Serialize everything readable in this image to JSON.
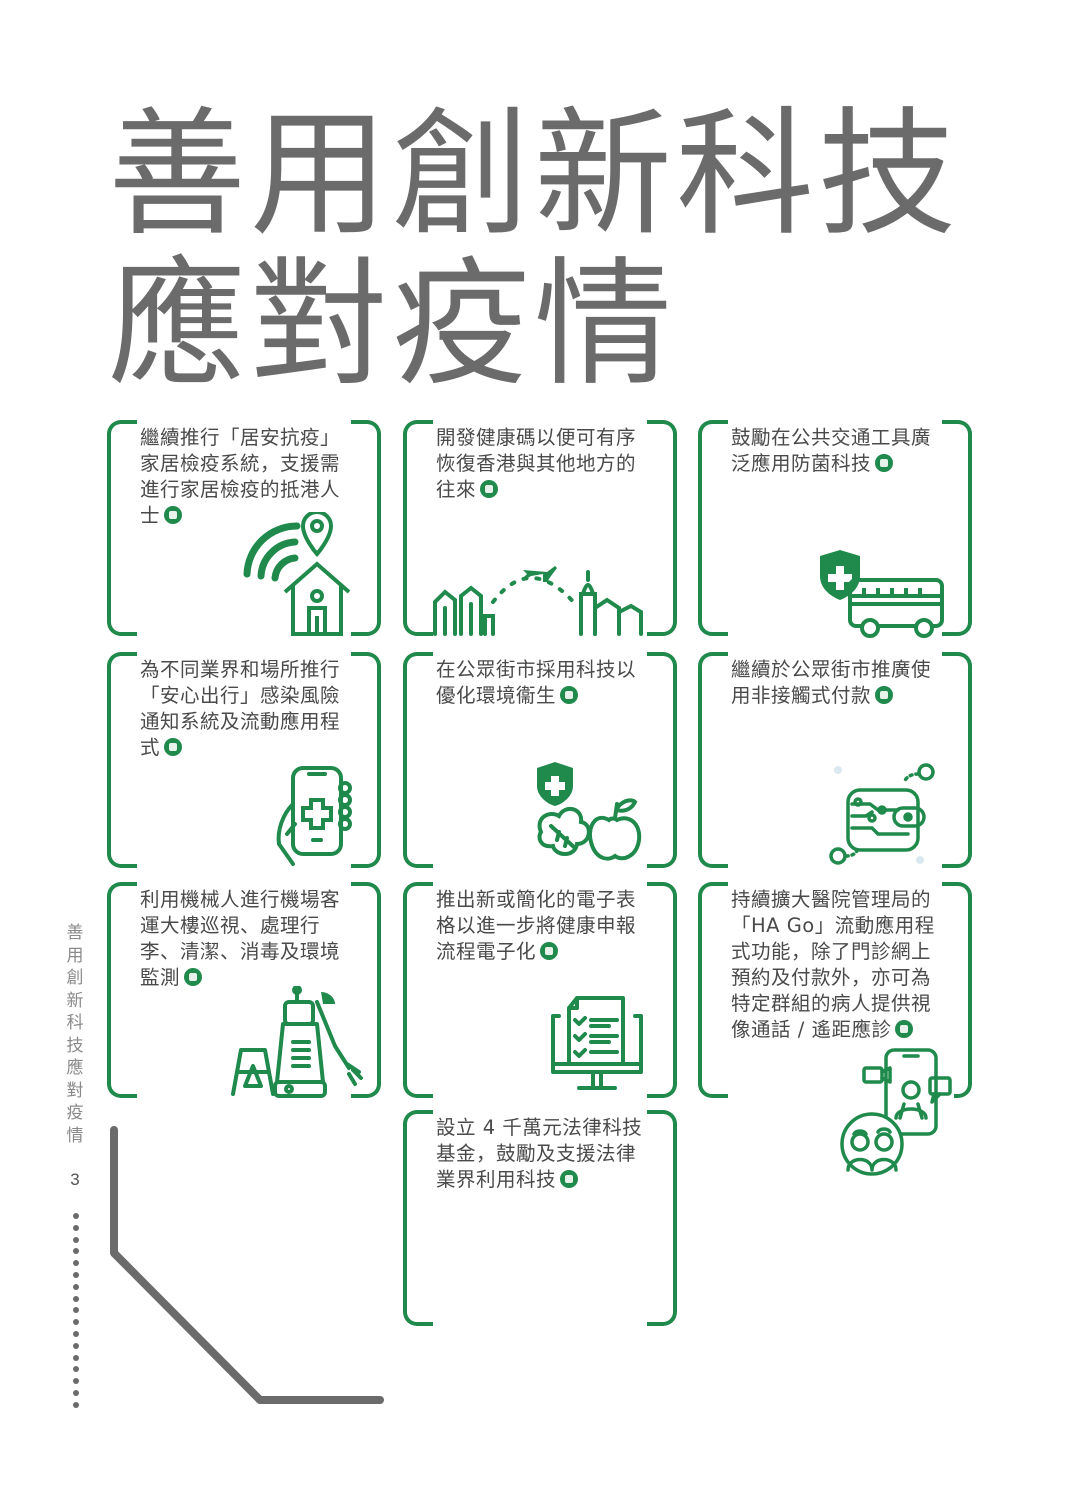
{
  "page": {
    "title_lines": [
      "善用創新科技",
      "應對疫情"
    ],
    "side_label": [
      "善",
      "用",
      "創",
      "新",
      "科",
      "技",
      "應",
      "對",
      "疫",
      "情"
    ],
    "page_number": "3",
    "accent_color": "#1f8a4c",
    "title_color": "#6b6b6b"
  },
  "cards": [
    {
      "text": "繼續推行「居安抗疫」家居檢疫系統，支援需進行家居檢疫的抵港人士",
      "badge": "new-icon",
      "illustration": "home-quarantine-icon"
    },
    {
      "text": "開發健康碼以便可有序恢復香港與其他地方的往來",
      "badge": "new-icon",
      "illustration": "city-travel-plane-icon"
    },
    {
      "text": "鼓勵在公共交通工具廣泛應用防菌科技",
      "badge": "new-icon",
      "illustration": "bus-shield-icon"
    },
    {
      "text": "為不同業界和場所推行「安心出行」感染風險通知系統及流動應用程式",
      "badge": "new-icon",
      "illustration": "phone-health-app-icon"
    },
    {
      "text": "在公眾街市採用科技以優化環境衞生",
      "badge": "new-icon",
      "illustration": "shield-vegetables-icon"
    },
    {
      "text": "繼續於公眾街市推廣使用非接觸式付款",
      "badge": "new-icon",
      "illustration": "contactless-card-icon"
    },
    {
      "text": "利用機械人進行機場客運大樓巡視、處理行李、清潔、消毒及環境監測",
      "badge": "new-icon",
      "illustration": "cleaning-robot-icon"
    },
    {
      "text": "推出新或簡化的電子表格以進一步將健康申報流程電子化",
      "badge": "new-icon",
      "illustration": "e-form-monitor-icon"
    },
    {
      "text": "持續擴大醫院管理局的「HA Go」流動應用程式功能，除了門診網上預約及付款外，亦可為特定群組的病人提供視像通話 / 遙距應診",
      "badge": "new-icon",
      "illustration": "telemedicine-icon"
    },
    {
      "text": "設立 4 千萬元法律科技基金，鼓勵及支援法律業界利用科技",
      "badge": "new-icon",
      "illustration": ""
    }
  ]
}
